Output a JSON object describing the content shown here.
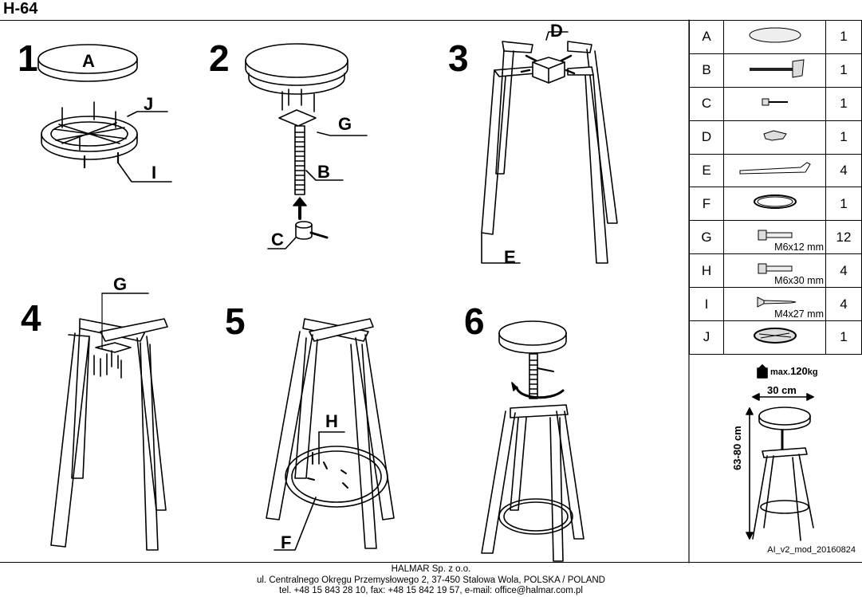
{
  "model": "H-64",
  "steps": [
    "1",
    "2",
    "3",
    "4",
    "5",
    "6"
  ],
  "callouts": {
    "s1_a": "A",
    "s1_j": "J",
    "s1_i": "I",
    "s2_g": "G",
    "s2_b": "B",
    "s2_c": "C",
    "s3_d": "D",
    "s3_e": "E",
    "s4_g": "G",
    "s5_h": "H",
    "s5_f": "F"
  },
  "parts": [
    {
      "letter": "A",
      "icon": "round-seat-icon",
      "qty": "1",
      "size": ""
    },
    {
      "letter": "B",
      "icon": "threaded-rod-with-plate-icon",
      "qty": "1",
      "size": ""
    },
    {
      "letter": "C",
      "icon": "lock-bolt-icon",
      "qty": "1",
      "size": ""
    },
    {
      "letter": "D",
      "icon": "cross-connector-icon",
      "qty": "1",
      "size": ""
    },
    {
      "letter": "E",
      "icon": "leg-icon",
      "qty": "4",
      "size": ""
    },
    {
      "letter": "F",
      "icon": "foot-ring-icon",
      "qty": "1",
      "size": ""
    },
    {
      "letter": "G",
      "icon": "bolt-icon",
      "qty": "12",
      "size": "M6x12 mm"
    },
    {
      "letter": "H",
      "icon": "bolt-icon",
      "qty": "4",
      "size": "M6x30 mm"
    },
    {
      "letter": "I",
      "icon": "screw-icon",
      "qty": "4",
      "size": "M4x27 mm"
    },
    {
      "letter": "J",
      "icon": "seat-frame-icon",
      "qty": "1",
      "size": ""
    }
  ],
  "specs": {
    "max_label": "max.",
    "max_load": "120",
    "max_unit": "kg",
    "width": "30 cm",
    "height": "63-80 cm"
  },
  "version": "AI_v2_mod_20160824",
  "footer": [
    "HALMAR Sp. z o.o.",
    "ul. Centralnego Okręgu Przemysłowego 2, 37-450 Stalowa Wola, POLSKA / POLAND",
    "tel. +48 15 843 28 10, fax: +48 15 842 19 57, e-mail: office@halmar.com.pl"
  ]
}
